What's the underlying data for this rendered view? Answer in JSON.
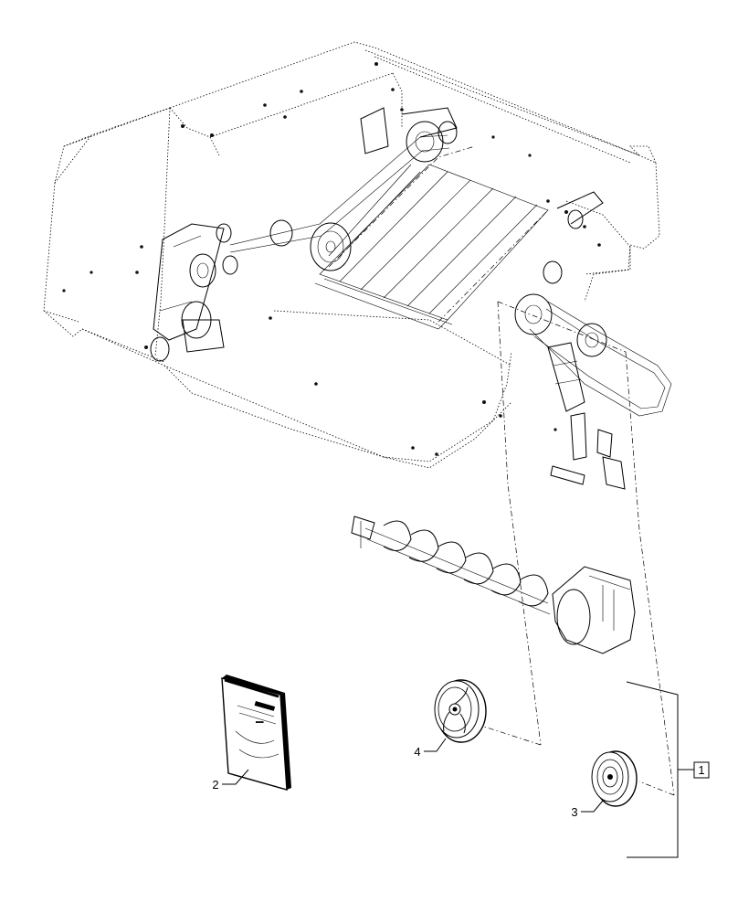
{
  "callouts": {
    "item_1": "1",
    "item_2": "2",
    "item_3": "3",
    "item_4": "4"
  },
  "manual_cover_text": "▄▄▄▄"
}
